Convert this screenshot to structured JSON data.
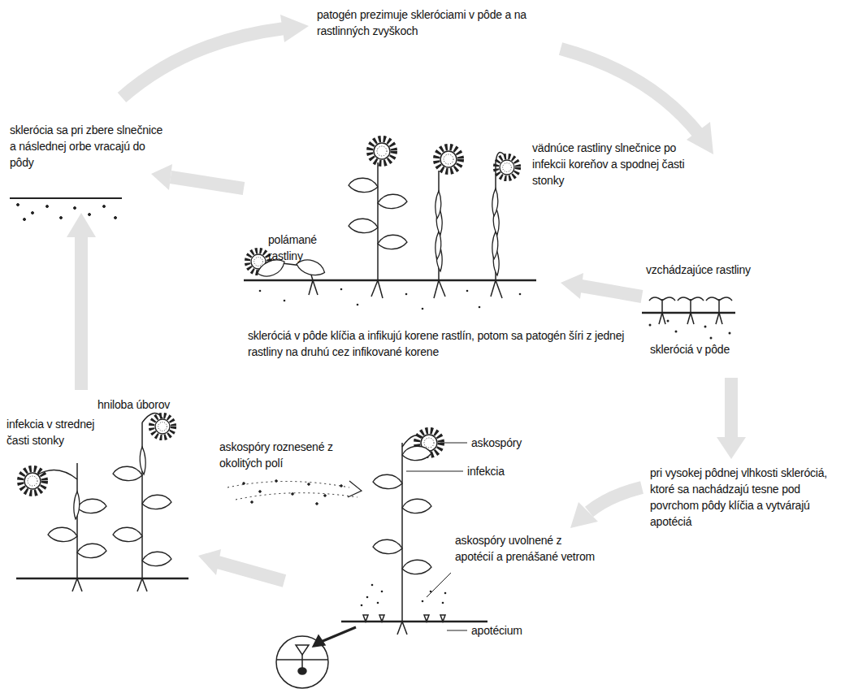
{
  "diagram": {
    "labels": [
      "patogén prezimuje skleróciami v pôde a na rastlinných zvyškoch",
      "sklerócia sa pri zbere slnečnice a následnej orbe vracajú do pôdy",
      "vädnúce rastliny slnečnice po infekcii koreňov a spodnej časti stonky",
      "polámané rastliny",
      "vzchádzajúce rastliny",
      "skleróciá v pôde klíčia a infikujú korene rastlín, potom sa patogén šíri z jednej rastliny na druhú cez infikované korene",
      "skleróciá v pôde",
      "hniloba úborov",
      "infekcia v strednej časti stonky",
      "askospóry roznesené z okolitých polí",
      "askospóry",
      "infekcia",
      "pri vysokej pôdnej vlhkosti skleróciá, ktoré sa nachádzajú tesne pod povrchom pôdy klíčia a vytvárajú apotéciá",
      "askospóry uvolnené z apotécií a prenášané vetrom",
      "apotécium"
    ]
  }
}
